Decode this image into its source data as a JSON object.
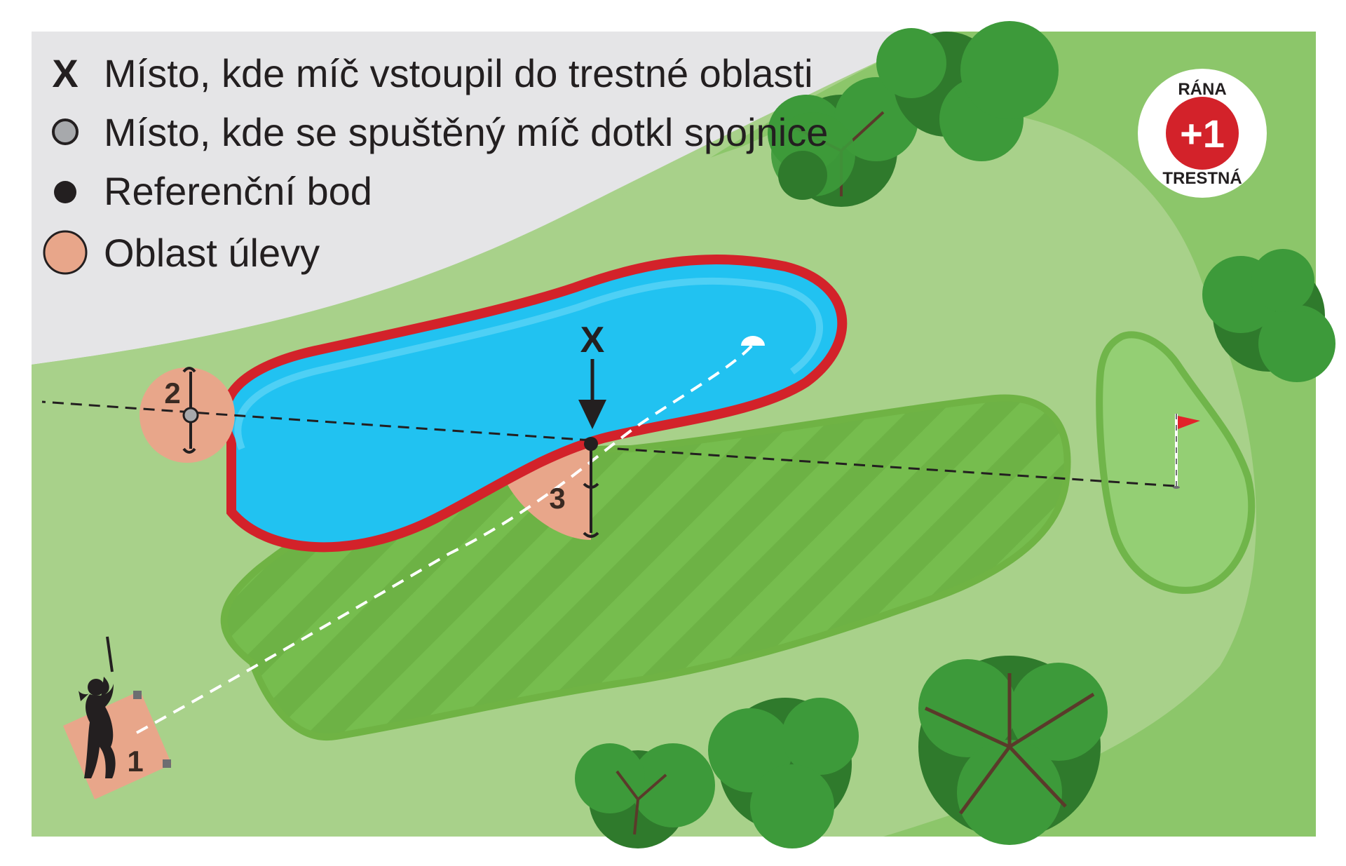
{
  "legend": {
    "items": [
      {
        "symbol": "X",
        "label": "Místo, kde míč vstoupil do trestné oblasti"
      },
      {
        "symbol": "grey-circle",
        "label": "Místo, kde se spuštěný míč dotkl spojnice"
      },
      {
        "symbol": "black-dot",
        "label": "Referenční bod"
      },
      {
        "symbol": "salmon-circle",
        "label": "Oblast úlevy"
      }
    ]
  },
  "markers": {
    "x_label": "X",
    "relief_1": "1",
    "relief_2": "2",
    "relief_3": "3"
  },
  "badge": {
    "top": "RÁNA",
    "center": "+1",
    "bottom": "TRESTNÁ"
  },
  "icons": [
    "golfer-silhouette-icon",
    "flag-icon",
    "ball-icon",
    "tree-icon",
    "penalty-badge-icon"
  ],
  "colors": {
    "rough": "#a8d18a",
    "fairway": "#76bd4e",
    "fairway_stripe": "#6db245",
    "water": "#21c2f1",
    "hazard_border": "#d3222a",
    "relief_area": "#e8a68a",
    "out_of_bounds": "#e5e5e7",
    "flag": "#e2232a"
  }
}
